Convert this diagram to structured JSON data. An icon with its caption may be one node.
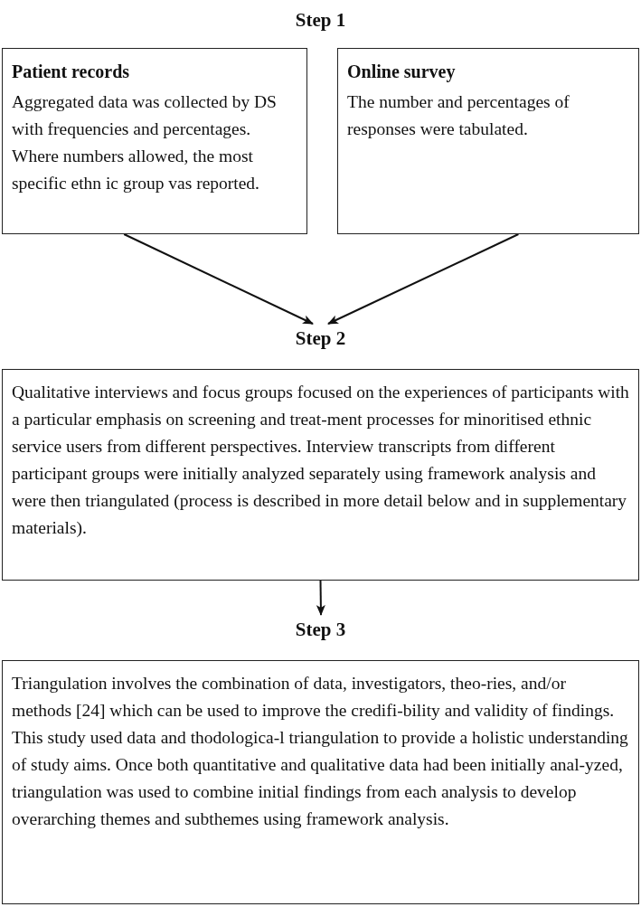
{
  "diagram": {
    "nodes": [
      {
        "text": [
          "Patient records",
          "Aggregated data was collected by DS with frequencies and percentages. Where numbers allowed, the most specific ethn ic group vas reported."
        ]
      },
      {
        "text": [
          "Online survey",
          "The number and percentages of responses were tabulated."
        ]
      },
      {
        "text": [
          "Step 2",
          "Qualitative interviews and focus groups focused on the experiences of participants with a particular emphasis on screening and treat-ment processes for minoritised ethnic service users from different perspectives. Interview transcripts from different participant groups were initially analyzed separately using framework analysis and were then triangulated (process is described in more detail below and in supplementary materials)."
        ]
      },
      {
        "text": [
          "Step 3",
          "Triangulation involves the combination of data, investigators, theo-ries, and/or methods [24] which can be used to improve the credifi-bility and validity of findings. This study used data and thodologica-l triangulation to provide a holistic understanding of study aims. Once both quantitative and qualitative data had been initially anal-yzed, triangulation was used to combine initial findings from each analysis to develop overarching themes and subthemes using framework analysis."
        ]
      }
    ],
    "edges": [
      {
        "from": 0,
        "to": 2,
        "arrow": "to"
      },
      {
        "from": 1,
        "to": 2,
        "arrow": "to"
      },
      {
        "from": 2,
        "to": 3,
        "arrow": "to"
      }
    ],
    "labels": [
      "Step 1"
    ]
  }
}
